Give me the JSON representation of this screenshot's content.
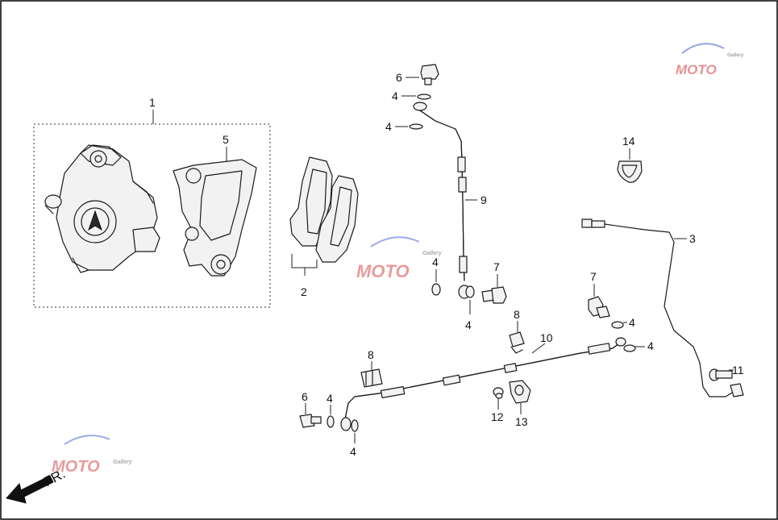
{
  "diagram": {
    "labels": {
      "p1": "1",
      "p2": "2",
      "p3": "3",
      "p4a": "4",
      "p4b": "4",
      "p4c": "4",
      "p4d": "4",
      "p4e": "4",
      "p4f": "4",
      "p4g": "4",
      "p4h": "4",
      "p5": "5",
      "p6a": "6",
      "p6b": "6",
      "p7a": "7",
      "p7b": "7",
      "p8a": "8",
      "p8b": "8",
      "p9": "9",
      "p10": "10",
      "p11": "11",
      "p12": "12",
      "p13": "13",
      "p14": "14"
    },
    "direction_label": "FR.",
    "watermark": {
      "brand": "MOTO",
      "suffix": "Gallery"
    },
    "colors": {
      "frame": "#000000",
      "line": "#1a1a1a",
      "watermark_red": "#d23a3a",
      "watermark_blue": "#3a5ad2"
    }
  }
}
